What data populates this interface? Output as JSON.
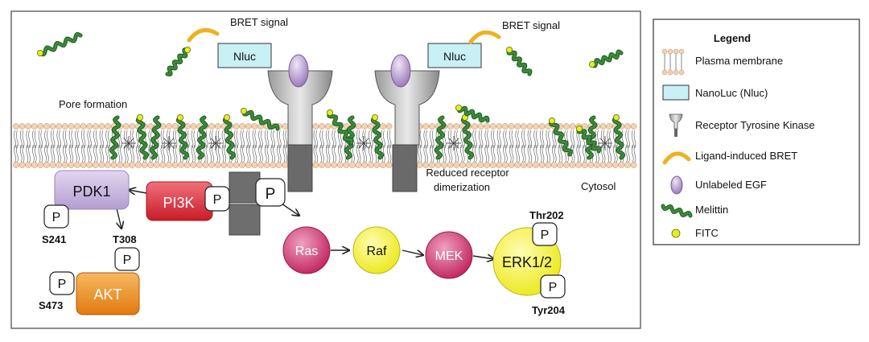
{
  "labels": {
    "bret_signal_left": "BRET signal",
    "bret_signal_right": "BRET signal",
    "nluc_left": "Nluc",
    "nluc_right": "Nluc",
    "pore_formation": "Pore formation",
    "reduced_dimerization_line1": "Reduced receptor",
    "reduced_dimerization_line2": "dimerization",
    "cytosol": "Cytosol"
  },
  "nodes": {
    "pdk1": "PDK1",
    "pi3k": "PI3K",
    "akt": "AKT",
    "ras": "Ras",
    "raf": "Raf",
    "mek": "MEK",
    "erk": "ERK1/2",
    "phospho": "P"
  },
  "sites": {
    "s241": "S241",
    "t308": "T308",
    "s473": "S473",
    "thr202": "Thr202",
    "tyr204": "Tyr204"
  },
  "legend": {
    "title": "Legend",
    "items": [
      {
        "label": "Plasma membrane",
        "icon": "membrane-icon"
      },
      {
        "label": "NanoLuc (Nluc)",
        "icon": "nanoluc-icon"
      },
      {
        "label": "Receptor Tyrosine Kinase",
        "icon": "receptor-icon"
      },
      {
        "label": "Ligand-induced BRET",
        "icon": "bret-arc-icon"
      },
      {
        "label": "Unlabeled EGF",
        "icon": "egf-icon"
      },
      {
        "label": "Melittin",
        "icon": "melittin-icon"
      },
      {
        "label": "FITC",
        "icon": "fitc-icon"
      }
    ]
  },
  "colors": {
    "membrane_head": "#f5d3b0",
    "nluc_fill": "#c8f0f5",
    "melittin": "#3c8a3c",
    "fitc": "#e6ee1e",
    "egf": "#b89ad0",
    "bret_arc": "#f0b020",
    "ras_mek": "#c8326a",
    "raf_erk": "#f3f02a",
    "pdk1": "#c4b0dc",
    "pi3k": "#d82a32",
    "akt": "#ef8c1c"
  }
}
